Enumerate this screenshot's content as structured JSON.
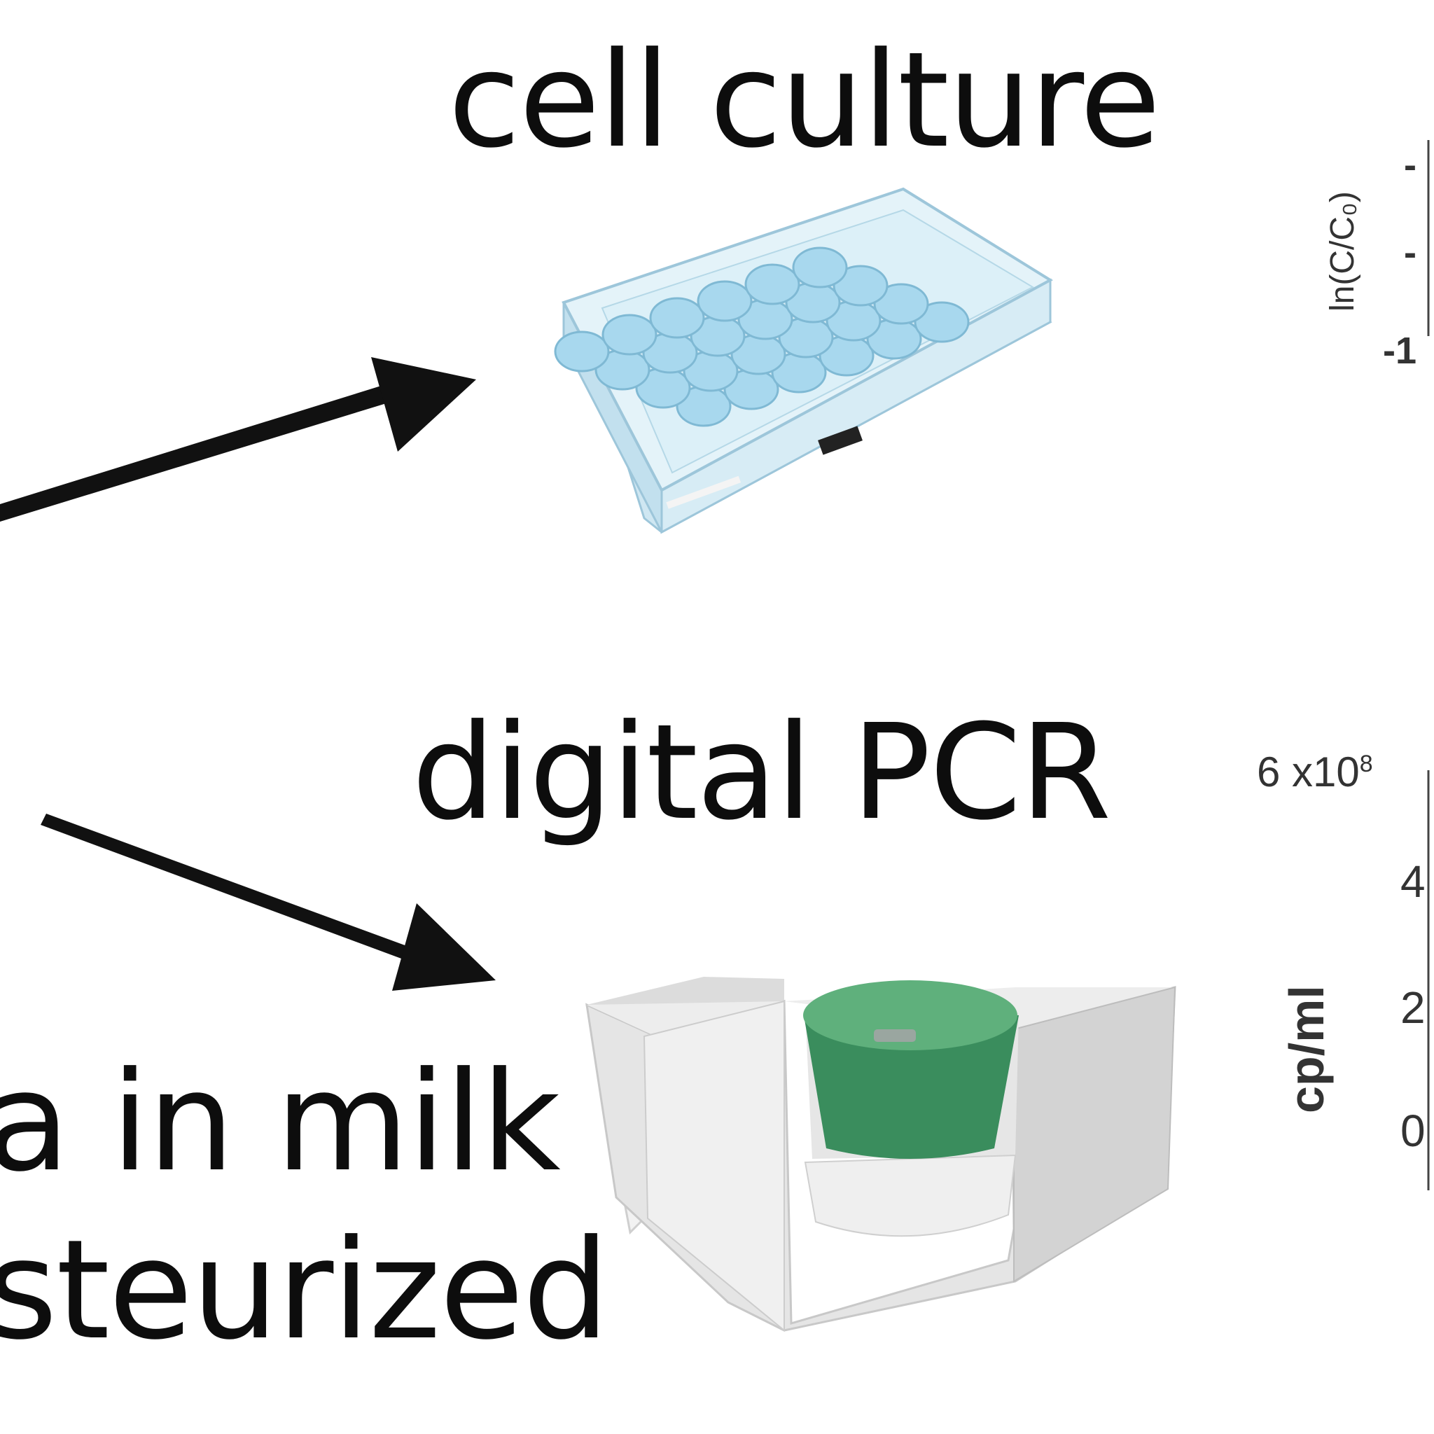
{
  "labels": {
    "cell_culture": "cell culture",
    "digital_pcr": "digital PCR",
    "fragment_line_1": "a in milk",
    "fragment_line_2": "steurized"
  },
  "plot_top": {
    "ylabel": "ln(C/C₀)",
    "ticks": [
      "-",
      "-",
      "-1"
    ]
  },
  "plot_bottom": {
    "ylabel": "cp/ml",
    "ticks": [
      "6 x10",
      "4",
      "2",
      "0"
    ],
    "superscript": "8"
  },
  "colors": {
    "plate_body": "#dbeef6",
    "plate_edge": "#9dc6da",
    "well_fill": "#a8d8ee",
    "pcr_green": "#3a8d5d",
    "pcr_green_top": "#5fb07c",
    "pcr_housing": "#e6e6e6",
    "arrow": "#111111"
  }
}
